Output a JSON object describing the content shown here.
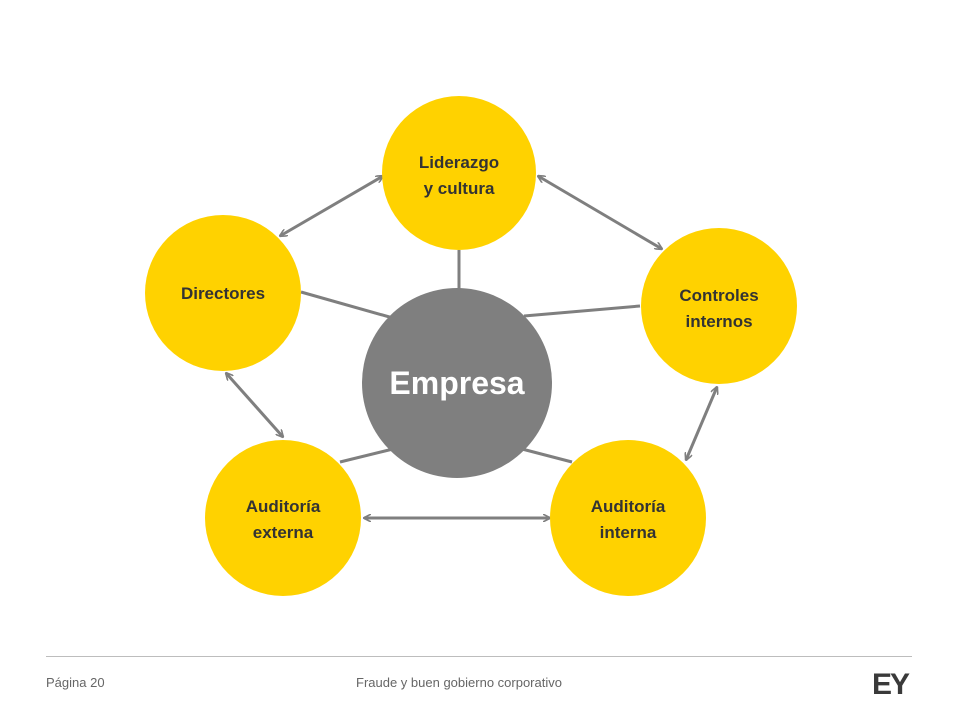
{
  "diagram": {
    "center": {
      "label": "Empresa",
      "color": "#7f7f7f"
    },
    "node_color": "#ffd200",
    "line_color": "#7f7f7f",
    "nodes": [
      {
        "id": "liderazgo",
        "lines": [
          "Liderazgo",
          "y cultura"
        ]
      },
      {
        "id": "controles",
        "lines": [
          "Controles",
          "internos"
        ]
      },
      {
        "id": "auditoria-interna",
        "lines": [
          "Auditoría",
          "interna"
        ]
      },
      {
        "id": "auditoria-externa",
        "lines": [
          "Auditoría",
          "externa"
        ]
      },
      {
        "id": "directores",
        "lines": [
          "Directores"
        ]
      }
    ]
  },
  "footer": {
    "page": "Página 20",
    "title": "Fraude y buen gobierno corporativo",
    "logo": "EY"
  }
}
